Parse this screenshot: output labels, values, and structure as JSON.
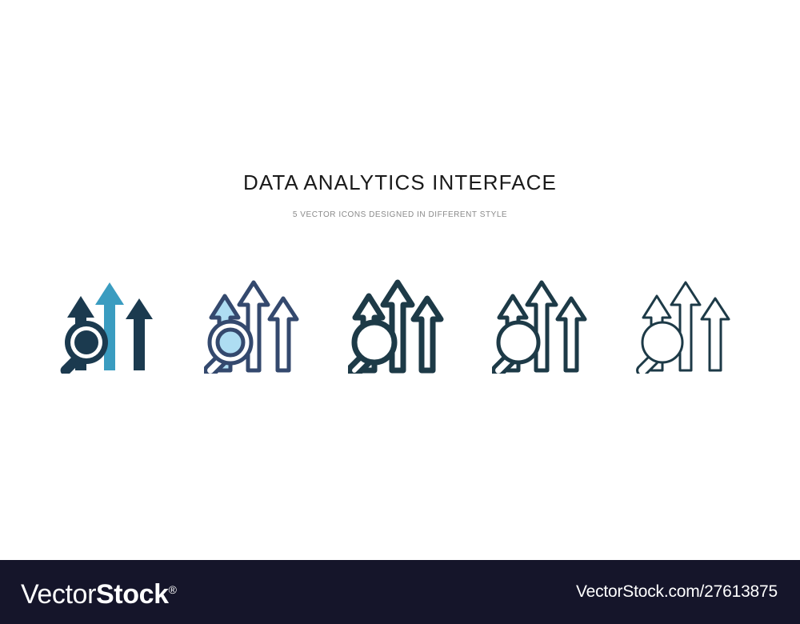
{
  "page": {
    "background_color": "#ffffff",
    "title": "DATA ANALYTICS INTERFACE",
    "subtitle": "5 VECTOR ICONS DESIGNED IN DIFFERENT STYLE",
    "title_color": "#1a1a1a",
    "subtitle_color": "#8a8a8a"
  },
  "palette": {
    "dark_navy": "#1b3a4f",
    "light_blue": "#3a9cc0",
    "outline_navy": "#34496e",
    "pale_blue_fill": "#aeddf2",
    "solid_outline": "#1d3a47",
    "footer_bg": "#15152a",
    "footer_text": "#ffffff"
  },
  "icons": [
    {
      "index": 1,
      "name": "data-analytics-interface-icon-two-tone-filled",
      "style_label": "two tone filled",
      "stroke_width": 0,
      "fill_primary": "#1b3a4f",
      "fill_accent": "#3a9cc0",
      "accent_target": "middle-arrow",
      "parts": [
        "magnifying-glass",
        "arrow-left",
        "arrow-middle",
        "arrow-right"
      ]
    },
    {
      "index": 2,
      "name": "data-analytics-interface-icon-two-tone-outline",
      "style_label": "two tone outline",
      "stroke_width": 5,
      "stroke_color": "#34496e",
      "fill_accent": "#aeddf2",
      "accent_target": "left-arrow-and-lens",
      "parts": [
        "magnifying-glass",
        "arrow-left",
        "arrow-middle",
        "arrow-right"
      ]
    },
    {
      "index": 3,
      "name": "data-analytics-interface-icon-bold-outline",
      "style_label": "bold outline",
      "stroke_width": 7,
      "stroke_color": "#1d3a47",
      "fill_accent": "none",
      "parts": [
        "magnifying-glass",
        "arrow-left",
        "arrow-middle",
        "arrow-right"
      ]
    },
    {
      "index": 4,
      "name": "data-analytics-interface-icon-regular-outline",
      "style_label": "regular outline",
      "stroke_width": 5,
      "stroke_color": "#1d3a47",
      "fill_accent": "none",
      "parts": [
        "magnifying-glass",
        "arrow-left",
        "arrow-middle",
        "arrow-right"
      ]
    },
    {
      "index": 5,
      "name": "data-analytics-interface-icon-thin-outline",
      "style_label": "thin outline",
      "stroke_width": 3,
      "stroke_color": "#1d3a47",
      "fill_accent": "none",
      "parts": [
        "magnifying-glass",
        "arrow-left",
        "arrow-middle",
        "arrow-right"
      ]
    }
  ],
  "footer": {
    "brand_light": "Vector",
    "brand_bold": "Stock",
    "brand_registered": "®",
    "url": "VectorStock.com/27613875"
  }
}
